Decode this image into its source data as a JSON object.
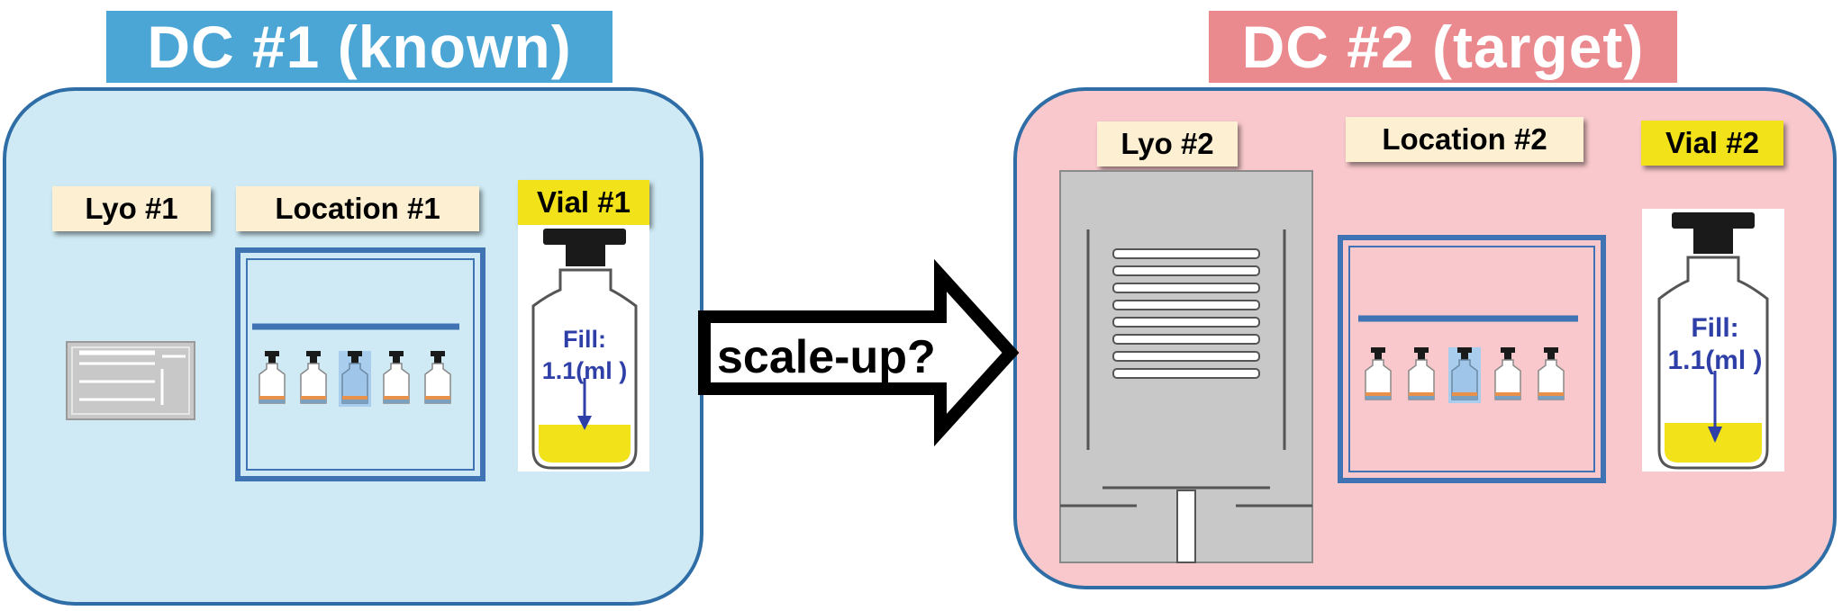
{
  "colors": {
    "panel1_bg": "#cfeaf4",
    "panel2_bg": "#f8c8cc",
    "panel_border": "#2f6da6",
    "title1_bg": "#4ba6d6",
    "title2_bg": "#ea8a8f",
    "tag_bg": "#fcefd2",
    "vial_tag_bg": "#f2e21a",
    "liquid": "#f2e21a",
    "fill_text": "#2e3fa8",
    "chamber": "#c8c8c8",
    "frame_blue": "#3f73b4"
  },
  "dc1": {
    "title": "DC #1 (known)",
    "lyo_label": "Lyo #1",
    "location_label": "Location #1",
    "vial_label": "Vial #1",
    "fill_label": "Fill:",
    "fill_value": "1.1(ml )"
  },
  "dc2": {
    "title": "DC #2 (target)",
    "lyo_label": "Lyo #2",
    "location_label": "Location #2",
    "vial_label": "Vial #2",
    "fill_label": "Fill:",
    "fill_value": "1.1(ml )"
  },
  "arrow": {
    "label": "scale-up?",
    "icon": "block-arrow-right-icon"
  }
}
